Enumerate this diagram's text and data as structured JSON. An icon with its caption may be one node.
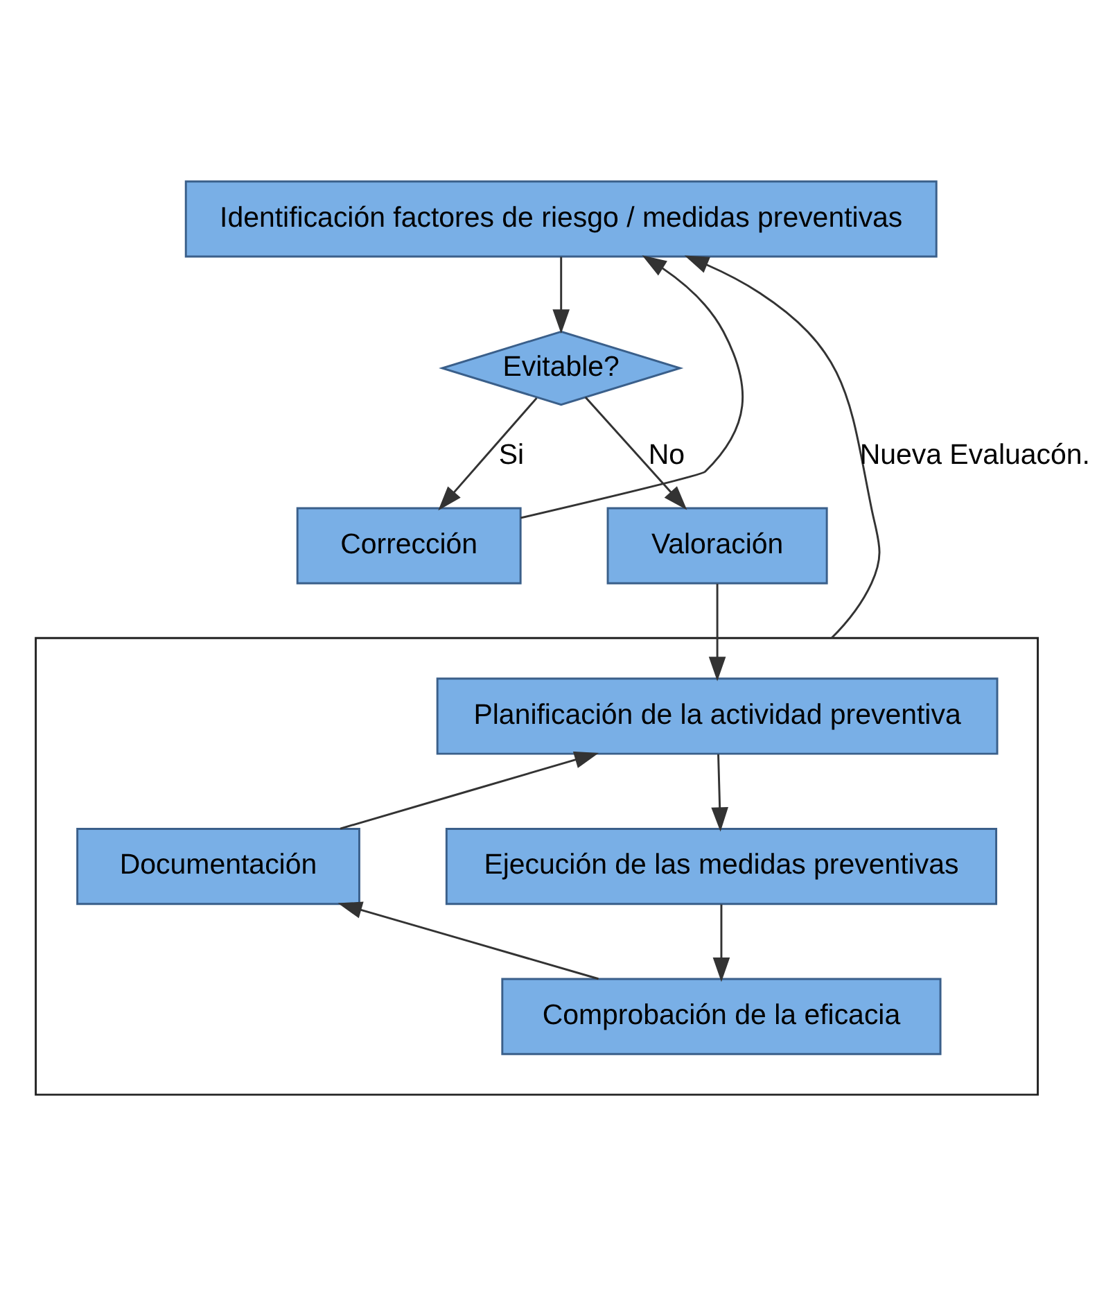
{
  "diagram": {
    "nodes": [
      {
        "text": [
          "Identificación factores de riesgo / medidas preventivas"
        ]
      },
      {
        "text": [
          "Evitable?"
        ]
      },
      {
        "text": [
          "Corrección"
        ]
      },
      {
        "text": [
          "Valoración"
        ]
      },
      {
        "text": [],
        "shape": "box"
      },
      {
        "text": [
          "Planificación de la actividad preventiva"
        ],
        "in": 4
      },
      {
        "text": [
          "Documentación"
        ],
        "in": 4
      },
      {
        "text": [
          "Ejecución de las medidas preventivas"
        ],
        "in": 4
      },
      {
        "text": [
          "Comprobación de la eficacia"
        ],
        "in": 4
      }
    ],
    "edges": [
      {
        "from": 0,
        "to": 1,
        "arrow": "to"
      },
      {
        "from": 1,
        "to": 2,
        "arrow": "to",
        "label": "Si"
      },
      {
        "from": 1,
        "to": 3,
        "arrow": "to",
        "label": "No"
      },
      {
        "from": 2,
        "to": 0,
        "arrow": "to"
      },
      {
        "from": 3,
        "to": 5,
        "arrow": "to"
      },
      {
        "from": 5,
        "to": 7,
        "arrow": "to"
      },
      {
        "from": 7,
        "to": 8,
        "arrow": "to"
      },
      {
        "from": 8,
        "to": 6,
        "arrow": "to"
      },
      {
        "from": 6,
        "to": 5,
        "arrow": "to"
      },
      {
        "from": 4,
        "to": 0,
        "arrow": "to",
        "label": "Nueva Evaluacón."
      }
    ]
  }
}
